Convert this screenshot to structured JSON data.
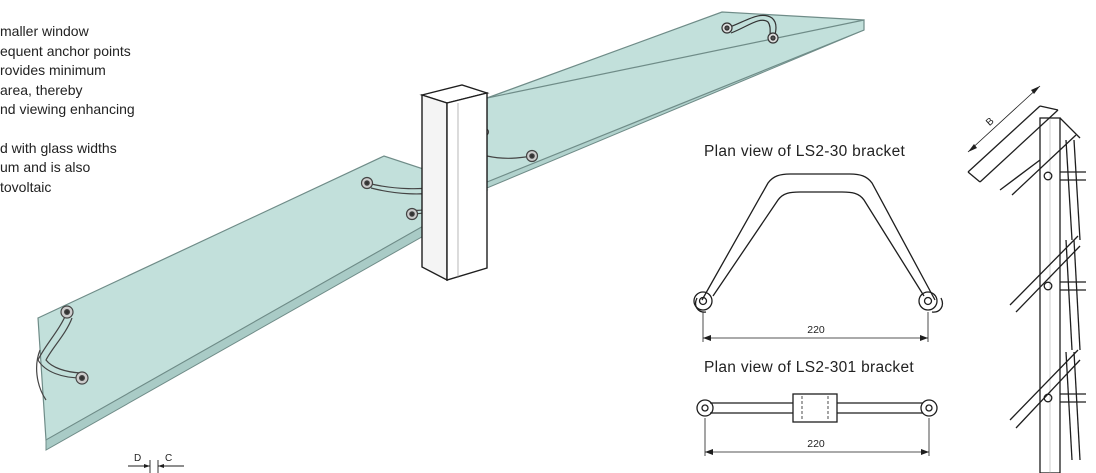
{
  "description_lines": [
    "maller window",
    "equent anchor points",
    "rovides minimum",
    "area, thereby",
    "nd viewing enhancing",
    "",
    "d with glass widths",
    "um and is also",
    "tovoltaic"
  ],
  "plan_views": [
    {
      "title": "Plan view of LS2-30 bracket",
      "dimension": "220"
    },
    {
      "title": "Plan view of LS2-301 bracket",
      "dimension": "220"
    }
  ],
  "side_view": {
    "dimension_label": "B"
  },
  "detail_labels": {
    "d": "D",
    "c": "C"
  },
  "colors": {
    "glass": "#c2e0db",
    "glass_edge": "#6f8c88",
    "line": "#1e1e1e"
  }
}
